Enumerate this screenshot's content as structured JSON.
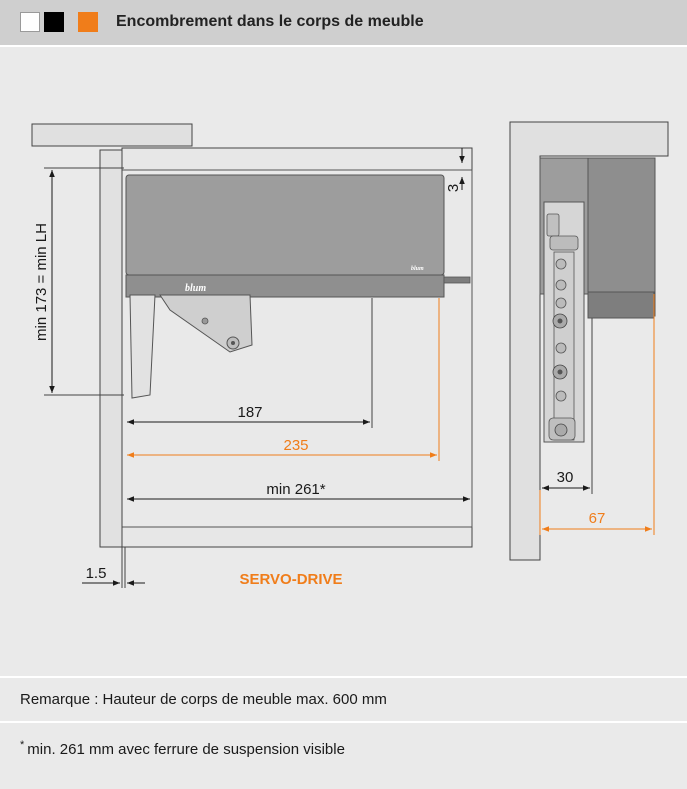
{
  "header": {
    "title": "Encombrement dans le corps de meuble",
    "swatches": [
      "#ffffff",
      "#000000",
      "#f07d1a"
    ]
  },
  "diagram": {
    "dim_height": "min 173 = min LH",
    "dim_top_gap": "3",
    "dim_187": "187",
    "dim_235": "235",
    "dim_261": "min 261*",
    "dim_1_5": "1.5",
    "product_label": "SERVO-DRIVE",
    "brand_logo": "blum",
    "dim_30": "30",
    "dim_67": "67",
    "accent_color": "#f07d1a"
  },
  "notes": {
    "remark": "Remarque : Hauteur de corps de meuble max. 600 mm",
    "footnote_mark": "*",
    "footnote": "min. 261 mm avec ferrure de suspension visible"
  }
}
